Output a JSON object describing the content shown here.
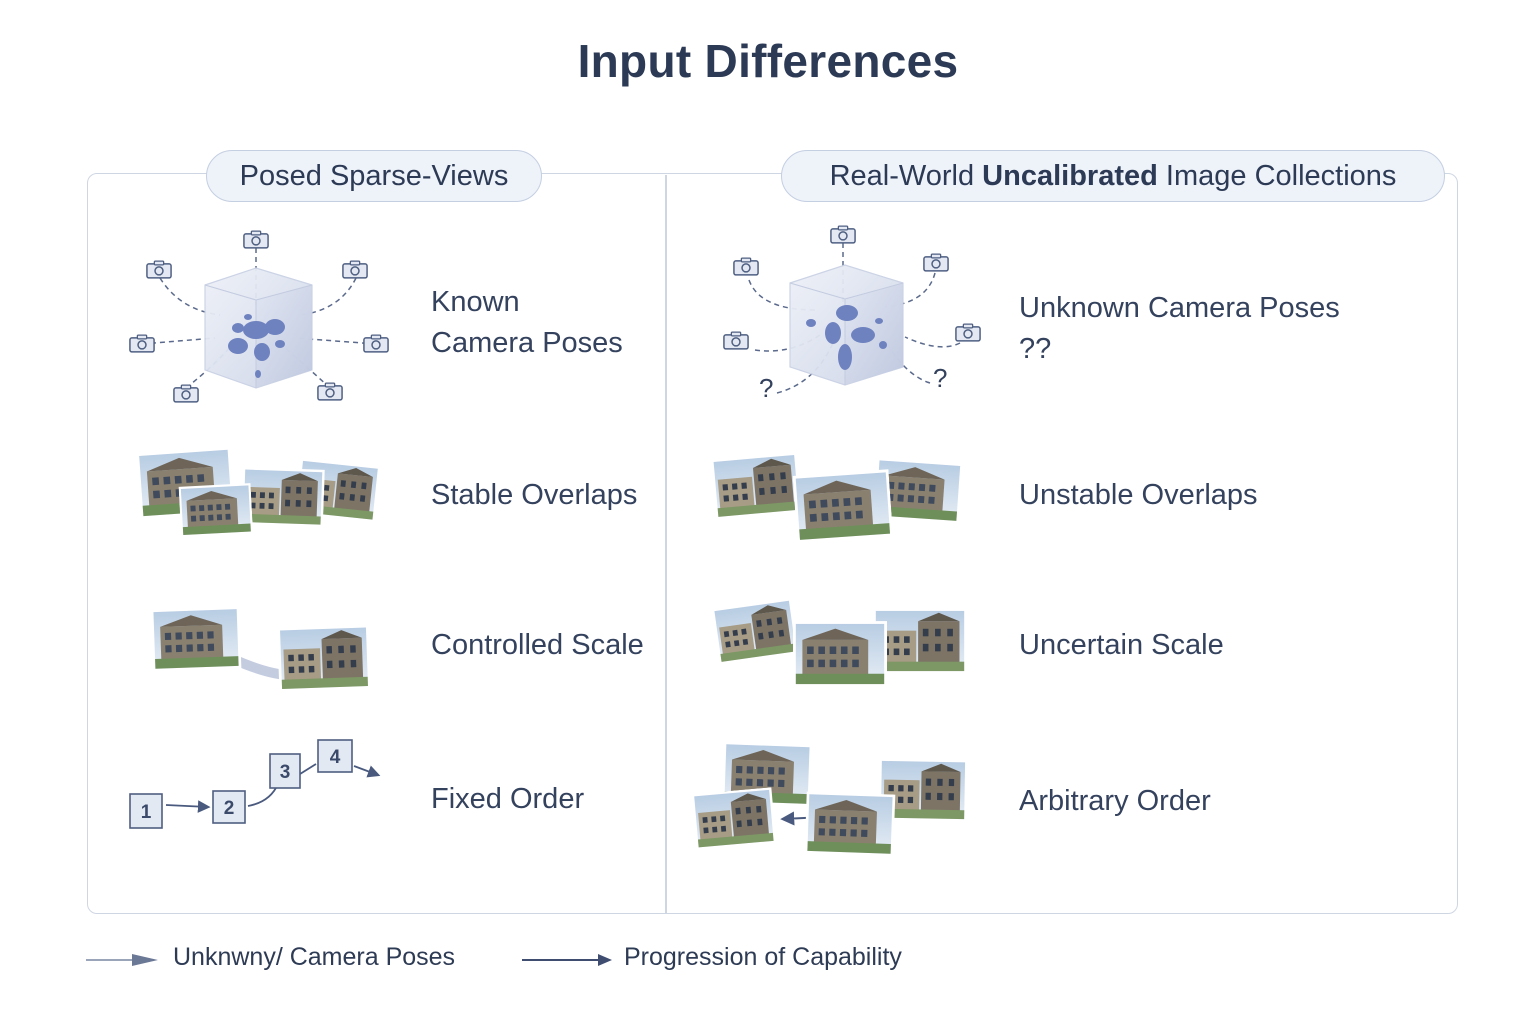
{
  "title": "Input Differences",
  "left_panel": {
    "header": "Posed Sparse-Views",
    "rows": [
      {
        "label_line1": "Known",
        "label_line2": "Camera Poses"
      },
      {
        "label": "Stable Overlaps"
      },
      {
        "label": "Controlled Scale"
      },
      {
        "label": "Fixed Order"
      }
    ],
    "order_steps": [
      "1",
      "2",
      "3",
      "4"
    ]
  },
  "right_panel": {
    "header_pre": "Real-World",
    "header_bold": "Uncalibrated",
    "header_post": "Image Collections",
    "rows": [
      {
        "label_line1": "Unknown Camera Poses",
        "label_line2": "??"
      },
      {
        "label": "Unstable Overlaps"
      },
      {
        "label": "Uncertain Scale"
      },
      {
        "label": "Arbitrary Order"
      }
    ],
    "question_marks": [
      "?",
      "?"
    ]
  },
  "legend": [
    {
      "label": "Unknwny/ Camera Poses",
      "icon": "thin-arrow-icon"
    },
    {
      "label": "Progression of Capability",
      "icon": "bold-arrow-icon"
    }
  ],
  "colors": {
    "title": "#2c3a55",
    "text": "#34425e",
    "border": "#cfd6e3",
    "pill_fill": "#eef2f9",
    "accent": "#5b6fa8",
    "blob": "#6f82c0"
  }
}
